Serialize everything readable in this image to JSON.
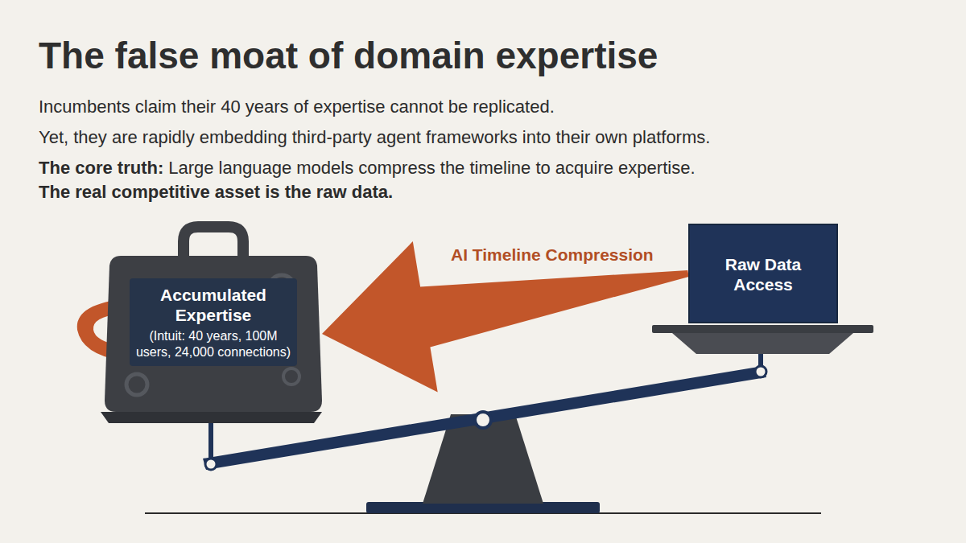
{
  "diagram": {
    "title": "The false moat of domain expertise",
    "nodes": [
      {
        "text": [
          "Accumulated Expertise",
          "(Intuit: 40 years, 100M users, 24,000 connections)"
        ]
      },
      {
        "text": [
          "Raw Data Access"
        ]
      }
    ],
    "edges": [
      {
        "from": 1,
        "to": 0,
        "label": "AI Timeline Compression",
        "arrow": "to"
      }
    ],
    "labels": [
      "Incumbents claim their 40 years of expertise cannot be replicated.",
      "Yet, they are rapidly embedding third-party agent frameworks into their own platforms.",
      "The core truth:",
      "Large language models compress the timeline to acquire expertise.",
      "The real competitive asset is the raw data."
    ]
  }
}
